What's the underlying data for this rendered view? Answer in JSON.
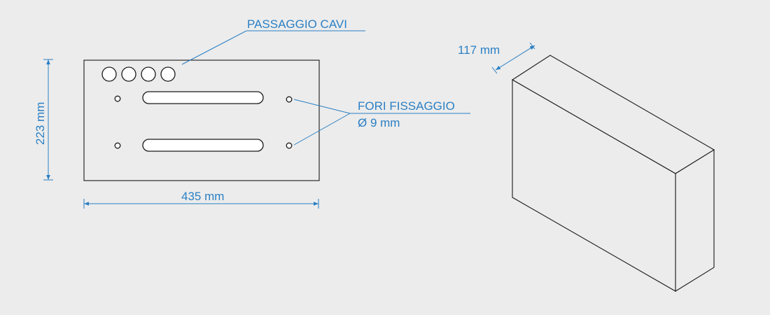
{
  "labels": {
    "cable_passage": "PASSAGGIO CAVI",
    "fixing_holes": "FORI FISSAGGIO",
    "hole_diameter": "Ø 9 mm",
    "width": "435 mm",
    "height": "223 mm",
    "depth": "117 mm"
  },
  "colors": {
    "background": "#ececec",
    "dimension": "#2a7fc4",
    "line": "#1a1a1a"
  }
}
